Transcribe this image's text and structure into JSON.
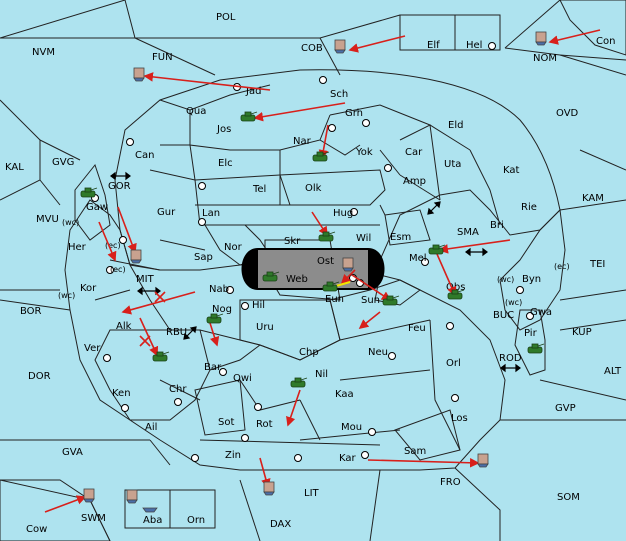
{
  "colors": {
    "sea": "#aee3ef",
    "green": "#a8c98e",
    "tan": "#e8c49c",
    "brown": "#c4867a",
    "gray": "#8c8c8c",
    "black": "#000000",
    "arrow": "#d8201b",
    "unit": "#2f7a2a"
  },
  "sea_labels": {
    "pol": "POL",
    "cob": "COB",
    "nvm": "NVM",
    "fun": "FUN",
    "nom": "NOM",
    "con": "Con",
    "ovd": "OVD",
    "kal": "KAL",
    "gvg": "GVG",
    "gor": "GOR",
    "mvu": "MVU",
    "wc1": "(wc)",
    "ec1": "(ec)",
    "mit": "MIT",
    "ec2": "(ec)",
    "wc2": "(wc)",
    "bor": "BOR",
    "dor": "DOR",
    "rbu": "RBU",
    "gva": "GVA",
    "cow": "Cow",
    "swm": "SWM",
    "dax": "DAX",
    "lit": "LIT",
    "fro": "FRO",
    "som": "SOM",
    "gvp": "GVP",
    "alt": "ALT",
    "rod": "ROD",
    "buc": "BUC",
    "kup": "KUP",
    "tei": "TEI",
    "kam": "KAM",
    "sma": "SMA",
    "wc3": "(wc)",
    "ec3": "(ec)",
    "wc4": "(wc)"
  },
  "territories": {
    "elf": "Elf",
    "hel": "Hel",
    "jad": "Jad",
    "sch": "Sch",
    "qua": "Qua",
    "jos": "Jos",
    "grh": "Grh",
    "eld": "Eld",
    "can": "Can",
    "nar": "Nar",
    "yok": "Yok",
    "car": "Car",
    "uta": "Uta",
    "kat": "Kat",
    "elc": "Elc",
    "tel": "Tel",
    "olk": "Olk",
    "amp": "Amp",
    "gur": "Gur",
    "lan": "Lan",
    "hug": "Hug",
    "bri": "Bri",
    "rie": "Rie",
    "gaw": "Gaw",
    "nor": "Nor",
    "skr": "Skr",
    "wil": "Wil",
    "esm": "Esm",
    "her": "Her",
    "sap": "Sap",
    "web": "Web",
    "ost": "Ost",
    "mel": "Mel",
    "kor": "Kor",
    "byn": "Byn",
    "nab": "Nab",
    "eun": "Eun",
    "sun": "Sun",
    "obs": "Obs",
    "gwa": "Gwa",
    "hil": "Hil",
    "alk": "Alk",
    "nog": "Nog",
    "uru": "Uru",
    "feu": "Feu",
    "pir": "Pir",
    "ver": "Ver",
    "chp": "Chp",
    "neu": "Neu",
    "orl": "Orl",
    "bar": "Bar",
    "qwi": "Qwi",
    "nil": "Nil",
    "ken": "Ken",
    "chr": "Chr",
    "kaa": "Kaa",
    "sot": "Sot",
    "rot": "Rot",
    "mou": "Mou",
    "los": "Los",
    "ail": "Ail",
    "sam": "Sam",
    "zin": "Zin",
    "kar": "Kar",
    "aba": "Aba",
    "orn": "Orn"
  }
}
